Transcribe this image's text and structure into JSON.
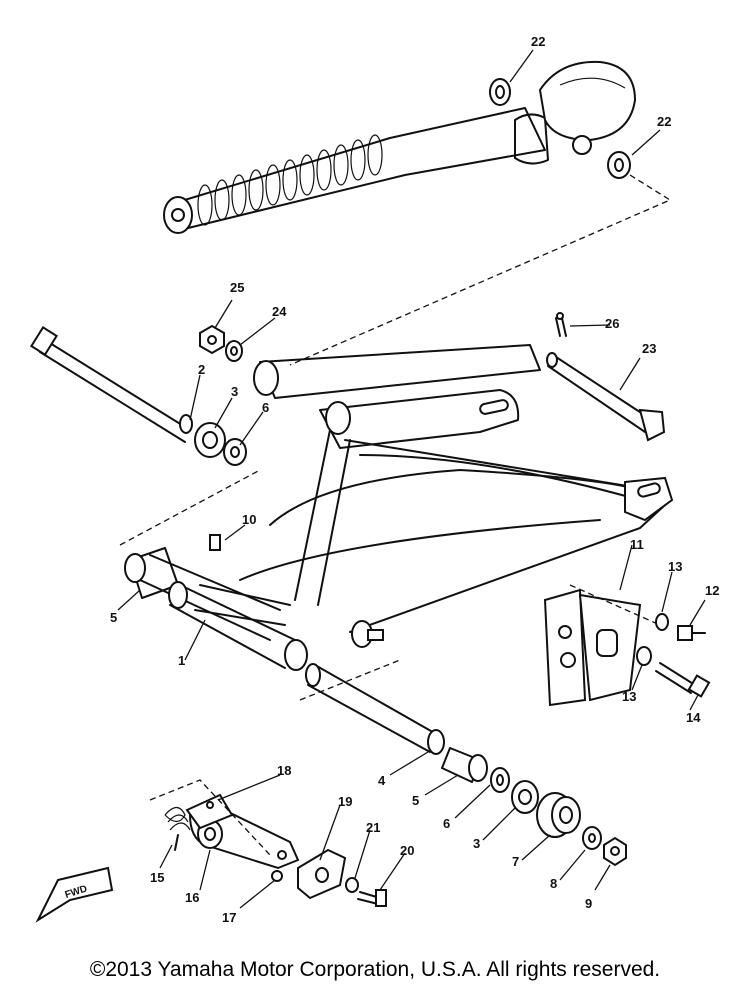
{
  "labels": {
    "p1": "1",
    "p2": "2",
    "p3a": "3",
    "p3b": "3",
    "p4": "4",
    "p5a": "5",
    "p5b": "5",
    "p6a": "6",
    "p6b": "6",
    "p7": "7",
    "p8": "8",
    "p9": "9",
    "p10": "10",
    "p11": "11",
    "p12": "12",
    "p13a": "13",
    "p13b": "13",
    "p14": "14",
    "p15": "15",
    "p16": "16",
    "p17": "17",
    "p18": "18",
    "p19": "19",
    "p20": "20",
    "p21": "21",
    "p22a": "22",
    "p22b": "22",
    "p23": "23",
    "p24": "24",
    "p25": "25",
    "p26": "26"
  },
  "fwd_label": "FWD",
  "copyright": "©2013 Yamaha Motor Corporation, U.S.A. All rights reserved.",
  "colors": {
    "ink": "#111111",
    "background": "#ffffff"
  }
}
